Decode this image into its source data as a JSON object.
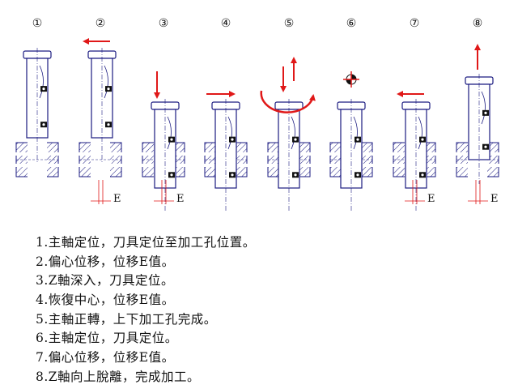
{
  "panels": [
    {
      "number": "①",
      "arrow": "none"
    },
    {
      "number": "②",
      "arrow": "left"
    },
    {
      "number": "③",
      "arrow": "down"
    },
    {
      "number": "④",
      "arrow": "right"
    },
    {
      "number": "⑤",
      "arrow": "rotate-updown"
    },
    {
      "number": "⑥",
      "arrow": "orient-mark"
    },
    {
      "number": "⑦",
      "arrow": "left"
    },
    {
      "number": "⑧",
      "arrow": "up"
    }
  ],
  "offset_label": "E",
  "steps": [
    "1.主軸定位，刀具定位至加工孔位置。",
    "2.偏心位移，位移E值。",
    "3.Z軸深入，刀具定位。",
    "4.恢復中心，位移E值。",
    "5.主軸正轉，上下加工孔完成。",
    "6.主軸定位，刀具定位。",
    "7.偏心位移，位移E值。",
    "8.Z軸向上脫離，完成加工。"
  ],
  "colors": {
    "line": "#1a1a80",
    "arrow": "#e01818",
    "hatch": "#1a1a80",
    "text": "#111111"
  }
}
